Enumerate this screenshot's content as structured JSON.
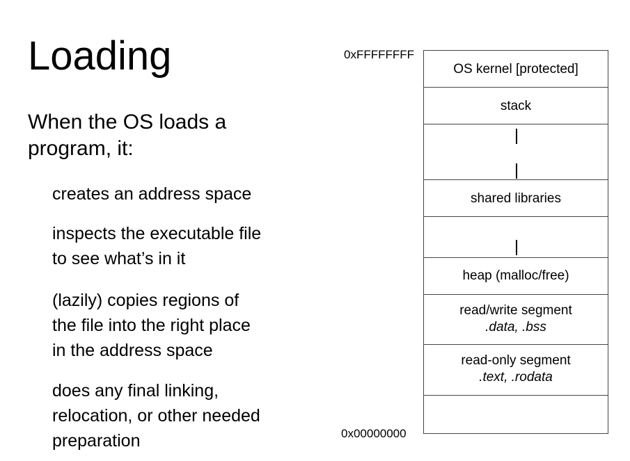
{
  "slide": {
    "title": "Loading",
    "intro": "When the OS loads a program, it:",
    "steps": [
      "creates an address space",
      "inspects the executable file to see what’s in it",
      "(lazily) copies regions of the file into the right place in the address space",
      "does any final linking, relocation, or other needed preparation"
    ],
    "step_lines": [
      [
        "creates an address space"
      ],
      [
        "inspects the executable file",
        "to see what’s in it"
      ],
      [
        "(lazily) copies regions of",
        "the file into the right place",
        "in the address space"
      ],
      [
        "does any final linking,",
        "relocation, or other needed",
        "preparation"
      ]
    ]
  },
  "memory_map": {
    "top_address": "0xFFFFFFFF",
    "bottom_address": "0x00000000",
    "segments": {
      "kernel": "OS kernel [protected]",
      "stack": "stack",
      "shared": "shared libraries",
      "heap": "heap (malloc/free)",
      "rw": "read/write segment",
      "rw_sub": ".data, .bss",
      "ro": "read-only segment",
      "ro_sub": ".text, .rodata"
    }
  }
}
